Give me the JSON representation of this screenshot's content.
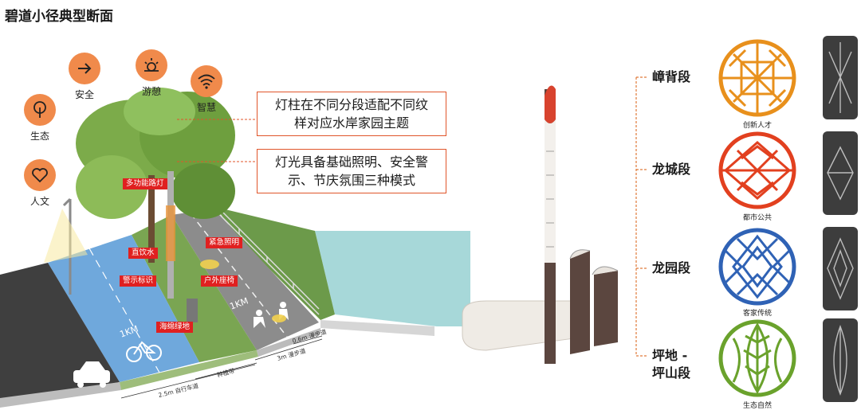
{
  "title": "碧道小径典型断面",
  "function_icons": [
    {
      "label": "安全",
      "icon": "arrow-right-icon"
    },
    {
      "label": "游憩",
      "icon": "sun-icon"
    },
    {
      "label": "智慧",
      "icon": "wifi-icon"
    },
    {
      "label": "生态",
      "icon": "tree-icon"
    },
    {
      "label": "人文",
      "icon": "heart-icon"
    }
  ],
  "callouts": [
    "灯柱在不同分段适配不同纹样对应水岸家园主题",
    "灯光具备基础照明、安全警示、节庆氛围三种模式"
  ],
  "callout_lines": [
    [
      "灯柱在不同分段适配不同纹",
      "样对应水岸家园主题"
    ],
    [
      "灯光具备基础照明、安全警",
      "示、节庆氛围三种模式"
    ]
  ],
  "tags": [
    "多功能路灯",
    "紧急照明",
    "直饮水",
    "警示标识",
    "户外座椅",
    "海绵绿地"
  ],
  "road_marks": {
    "bike_km": "1KM",
    "walk_km": "1KM"
  },
  "dimensions": {
    "walk": "0.6m 漫步道",
    "jog": "3m 漫步道",
    "plant": "种植带",
    "bike": "2.5m 自行车道"
  },
  "segments": [
    {
      "name": "嶂背段",
      "caption": "创新人才",
      "color": "#e8901c"
    },
    {
      "name": "龙城段",
      "caption": "都市公共",
      "color": "#e2401f"
    },
    {
      "name": "龙园段",
      "caption": "客家传统",
      "color": "#2f62b5"
    },
    {
      "name": "坪地 -\n坪山段",
      "name_lines": [
        "坪地 -",
        "坪山段"
      ],
      "caption": "生态自然",
      "color": "#6aa22c"
    }
  ],
  "colors": {
    "accent": "#f08a4b",
    "callout_border": "#e0552a",
    "tag_red": "#e02020",
    "bike_lane": "#6fa8dc",
    "path_gray": "#8c8c8c"
  }
}
